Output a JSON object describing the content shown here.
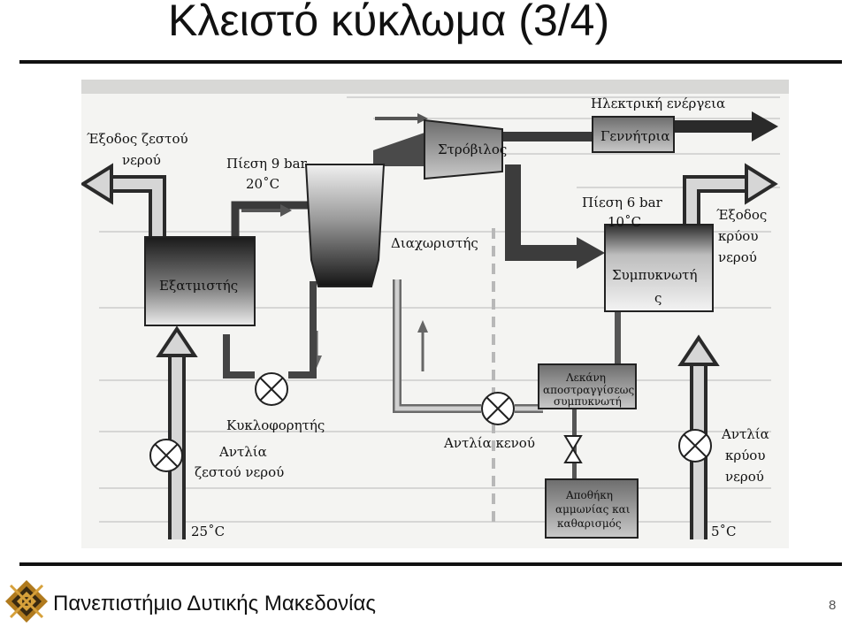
{
  "slide": {
    "title": "Κλειστό κύκλωμα (3/4)",
    "footer": "Πανεπιστήμιο Δυτικής Μακεδονίας",
    "page_number": "8"
  },
  "diagram": {
    "hot_water_outlet": [
      "Έξοδος ζεστού",
      "νερού"
    ],
    "high_pressure": [
      "Πίεση 9 bar",
      "20˚C"
    ],
    "turbine": "Στρόβιλος",
    "electric_energy": "Ηλεκτρική ενέργεια",
    "generator": "Γεννήτρια",
    "separator": "Διαχωριστής",
    "low_pressure": [
      "Πίεση 6 bar",
      "10˚C"
    ],
    "cold_water_outlet": [
      "Έξοδος",
      "κρύου",
      "νερού"
    ],
    "evaporator": "Εξατμιστής",
    "condenser": [
      "Συμπυκνωτή",
      "ς"
    ],
    "condensate_tank": [
      "Λεκάνη",
      "αποστραγγίσεως",
      "συμπυκνωτή"
    ],
    "circulator": "Κυκλοφορητής",
    "hot_water_pump": [
      "Αντλία",
      "ζεστού νερού"
    ],
    "vacuum_pump": "Αντλία κενού",
    "cold_water_pump": [
      "Αντλία",
      "κρύου",
      "νερού"
    ],
    "ammonia_storage": [
      "Αποθήκη",
      "αμμωνίας και",
      "καθαρισμός"
    ],
    "hot_water_inlet_temp": "25˚C",
    "cold_water_inlet_temp": "5˚C"
  },
  "colors": {
    "rule": "#111111",
    "scan_bg": "#f4f4f2",
    "arrow_dark": "#3a3a3a"
  }
}
